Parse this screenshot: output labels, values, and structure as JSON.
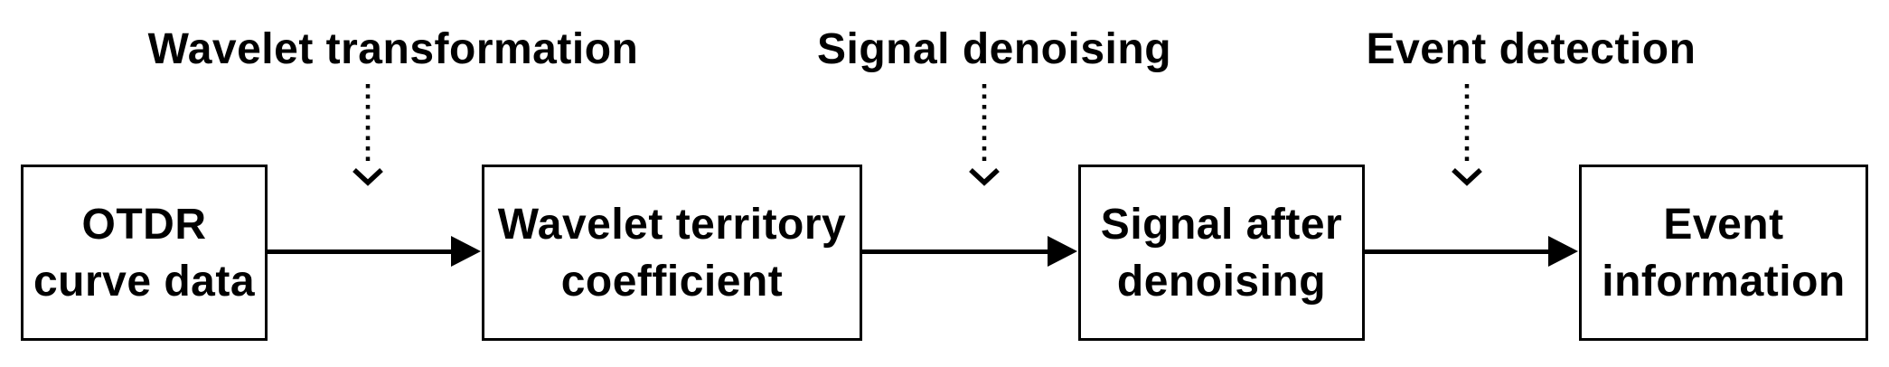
{
  "diagram": {
    "type": "flowchart",
    "colors": {
      "ink": "#000000",
      "paper": "#ffffff"
    },
    "process_labels": [
      {
        "text": "Wavelet transformation"
      },
      {
        "text": "Signal denoising"
      },
      {
        "text": "Event detection"
      }
    ],
    "boxes": [
      {
        "line1": "OTDR",
        "line2": "curve data"
      },
      {
        "line1": "Wavelet territory",
        "line2": "coefficient"
      },
      {
        "line1": "Signal after",
        "line2": "denoising"
      },
      {
        "line1": "Event",
        "line2": "information"
      }
    ]
  }
}
